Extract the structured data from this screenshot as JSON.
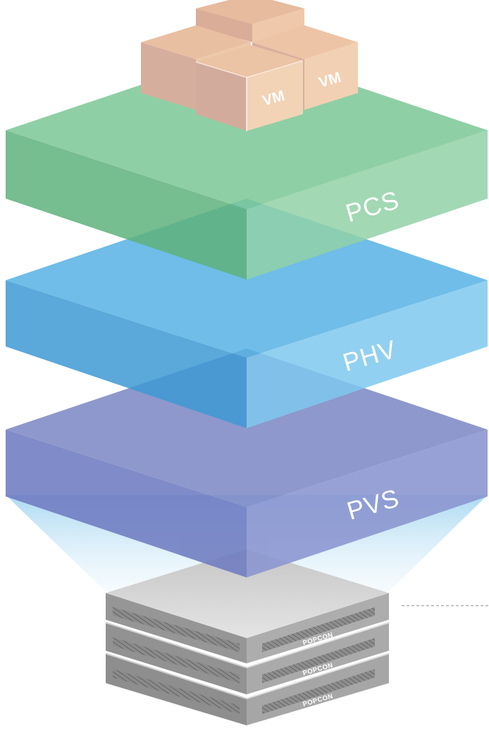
{
  "layers": {
    "pcs": {
      "label": "PCS",
      "color": "#8fd0a4"
    },
    "phv": {
      "label": "PHV",
      "color": "#6bbde6"
    },
    "pvs": {
      "label": "PVS",
      "color": "#8b95cc"
    }
  },
  "vms": {
    "count": 4,
    "labels": [
      "VM",
      "VM"
    ],
    "color": "#f0c7a6"
  },
  "servers": {
    "count": 3,
    "labels": [
      "POPCON",
      "POPCON",
      "POPCON"
    ],
    "color": "#9a9a9a"
  }
}
